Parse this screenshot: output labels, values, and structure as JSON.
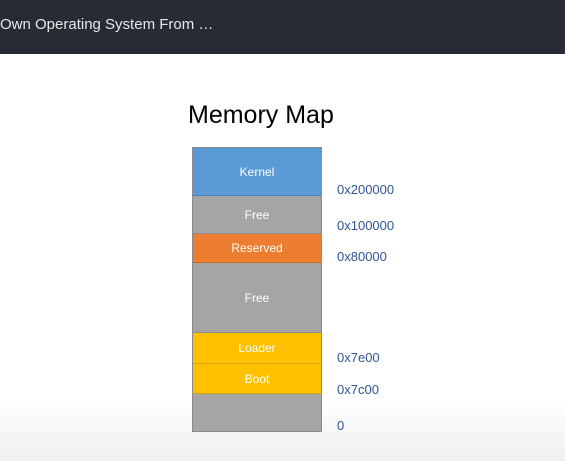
{
  "header": {
    "title": "Own Operating System From …"
  },
  "slide": {
    "title": "Memory Map",
    "segments": {
      "kernel": "Kernel",
      "free_upper": "Free",
      "reserved": "Reserved",
      "free_lower": "Free",
      "loader": "Loader",
      "boot": "Boot"
    },
    "addresses": {
      "a200000": "0x200000",
      "a100000": "0x100000",
      "a80000": "0x80000",
      "a7e00": "0x7e00",
      "a7c00": "0x7c00",
      "a0": "0"
    },
    "colors": {
      "kernel": "#5b9bd5",
      "free": "#a5a5a5",
      "reserved": "#ed7d31",
      "loader_boot": "#ffc000",
      "address_text": "#2f5496"
    }
  }
}
